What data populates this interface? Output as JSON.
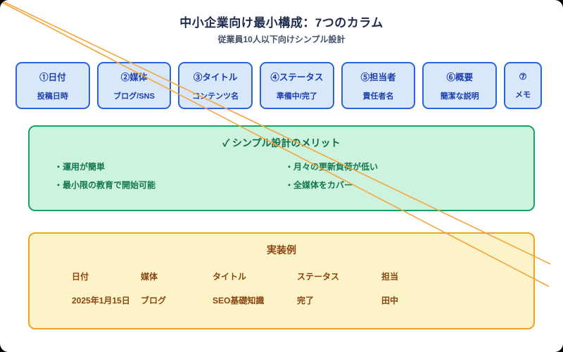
{
  "page": {
    "title": "中小企業向け最小構成：7つのカラム",
    "subtitle": "従業員10人以下向けシンプル設計"
  },
  "columns": [
    {
      "label": "①日付",
      "desc": "投稿日時"
    },
    {
      "label": "②媒体",
      "desc": "ブログ/SNS"
    },
    {
      "label": "③タイトル",
      "desc": "コンテンツ名"
    },
    {
      "label": "④ステータス",
      "desc": "準備中/完了"
    },
    {
      "label": "⑤担当者",
      "desc": "責任者名"
    },
    {
      "label": "⑥概要",
      "desc": "簡潔な説明"
    },
    {
      "label": "⑦",
      "desc": "メモ"
    }
  ],
  "merits": {
    "title": "✓ シンプル設計のメリット",
    "left": [
      "・運用が簡単",
      "・最小限の教育で開始可能"
    ],
    "right": [
      "・月々の更新負荷が低い",
      "・全媒体をカバー"
    ]
  },
  "example": {
    "title": "実装例",
    "headers": [
      "日付",
      "媒体",
      "タイトル",
      "ステータス",
      "担当"
    ],
    "row": [
      "2025年1月15日",
      "ブログ",
      "SEO基礎知識",
      "完了",
      "田中"
    ]
  },
  "colors": {
    "card_border_blue": "#2b64d9",
    "card_fill_blue": "#d9e7fb",
    "card_text_blue": "#1b3fae",
    "merit_border_green": "#18a067",
    "merit_fill_green": "#cdf3de",
    "merit_text_green": "#11774e",
    "example_border_orange": "#f0a224",
    "example_fill_yellow": "#fcf3c9",
    "example_text_brown": "#8a4510",
    "annotation_line_orange": "#f5a63b"
  }
}
